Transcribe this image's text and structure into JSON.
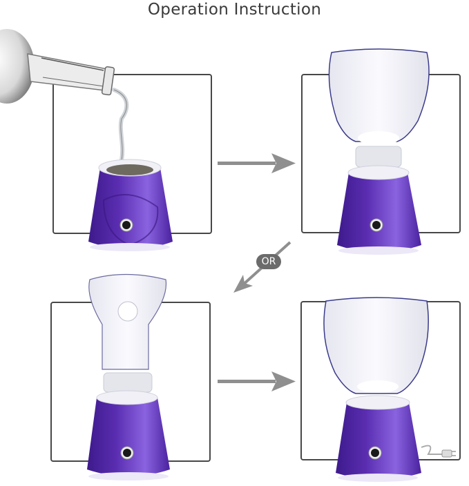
{
  "title": "Operation Instruction",
  "colors": {
    "frame": "#474747",
    "arrow": "#8f8f8f",
    "or_badge": "#6b6b6b",
    "device_purple": "#5a2db0",
    "device_purple_light": "#8a63e0"
  },
  "steps": [
    {
      "index": 1,
      "description": "pour-water-into-base",
      "icon": "bottle-pouring-water"
    },
    {
      "index": 2,
      "description": "attach-face-hood",
      "icon": "face-steamer-with-hood"
    },
    {
      "index": 3,
      "description": "attach-nose-mask-alternative",
      "icon": "face-steamer-with-nose-mask"
    },
    {
      "index": 4,
      "description": "assembled-and-plugged-in",
      "icon": "face-steamer-plugged"
    }
  ],
  "connectors": {
    "arrow_1": "arrow-right",
    "arrow_2": "arrow-down-left",
    "arrow_3": "arrow-right",
    "or_label": "OR"
  }
}
